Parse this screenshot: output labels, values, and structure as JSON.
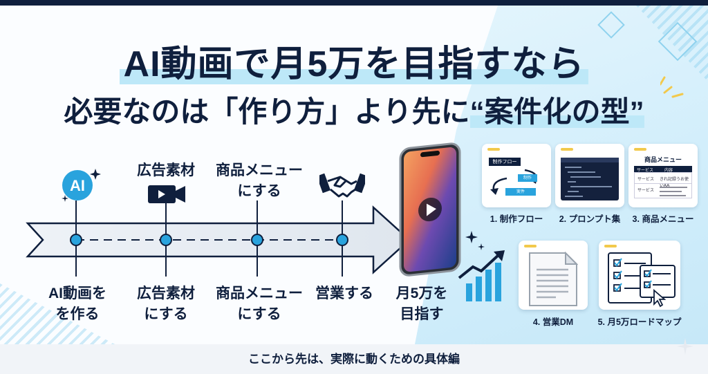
{
  "title": {
    "line1": "AI動画で月5万を目指すなら",
    "line2_pre": "必要なのは「作り方」より先に",
    "line2_highlight": "“案件化の型”"
  },
  "timeline": {
    "top_labels": {
      "ad_material": "広告素材",
      "menu_line1": "商品メニュー",
      "menu_line2": "にする"
    },
    "ai_icon_text": "AI",
    "bottom_labels": [
      {
        "line1": "AI動画を",
        "line2": "を作る"
      },
      {
        "line1": "広告素材",
        "line2": "にする"
      },
      {
        "line1": "商品メニュー",
        "line2": "にする"
      },
      {
        "line1": "営業する",
        "line2": ""
      },
      {
        "line1": "月5万を",
        "line2": "目指す"
      }
    ]
  },
  "cards": [
    {
      "label": "1. 制作フロー",
      "content_title": "制作フロー",
      "btn1": "制作",
      "btn2": "実件"
    },
    {
      "label": "2. プロンプト集"
    },
    {
      "label": "3. 商品メニュー",
      "content_title": "商品メニュー",
      "col1": "サービス",
      "col2": "内容",
      "row1a": "サービス",
      "row1b": "きれ記録うお使いAA",
      "row2a": "サービス"
    },
    {
      "label": "4. 営業DM"
    },
    {
      "label": "5. 月5万ロードマップ"
    }
  ],
  "footer": {
    "text": "ここから先は、実際に動くための具体編"
  },
  "colors": {
    "navy": "#0f1f3d",
    "accent_blue": "#29a3dd",
    "highlight": "#bde8f8",
    "yellow": "#f2c94c"
  }
}
